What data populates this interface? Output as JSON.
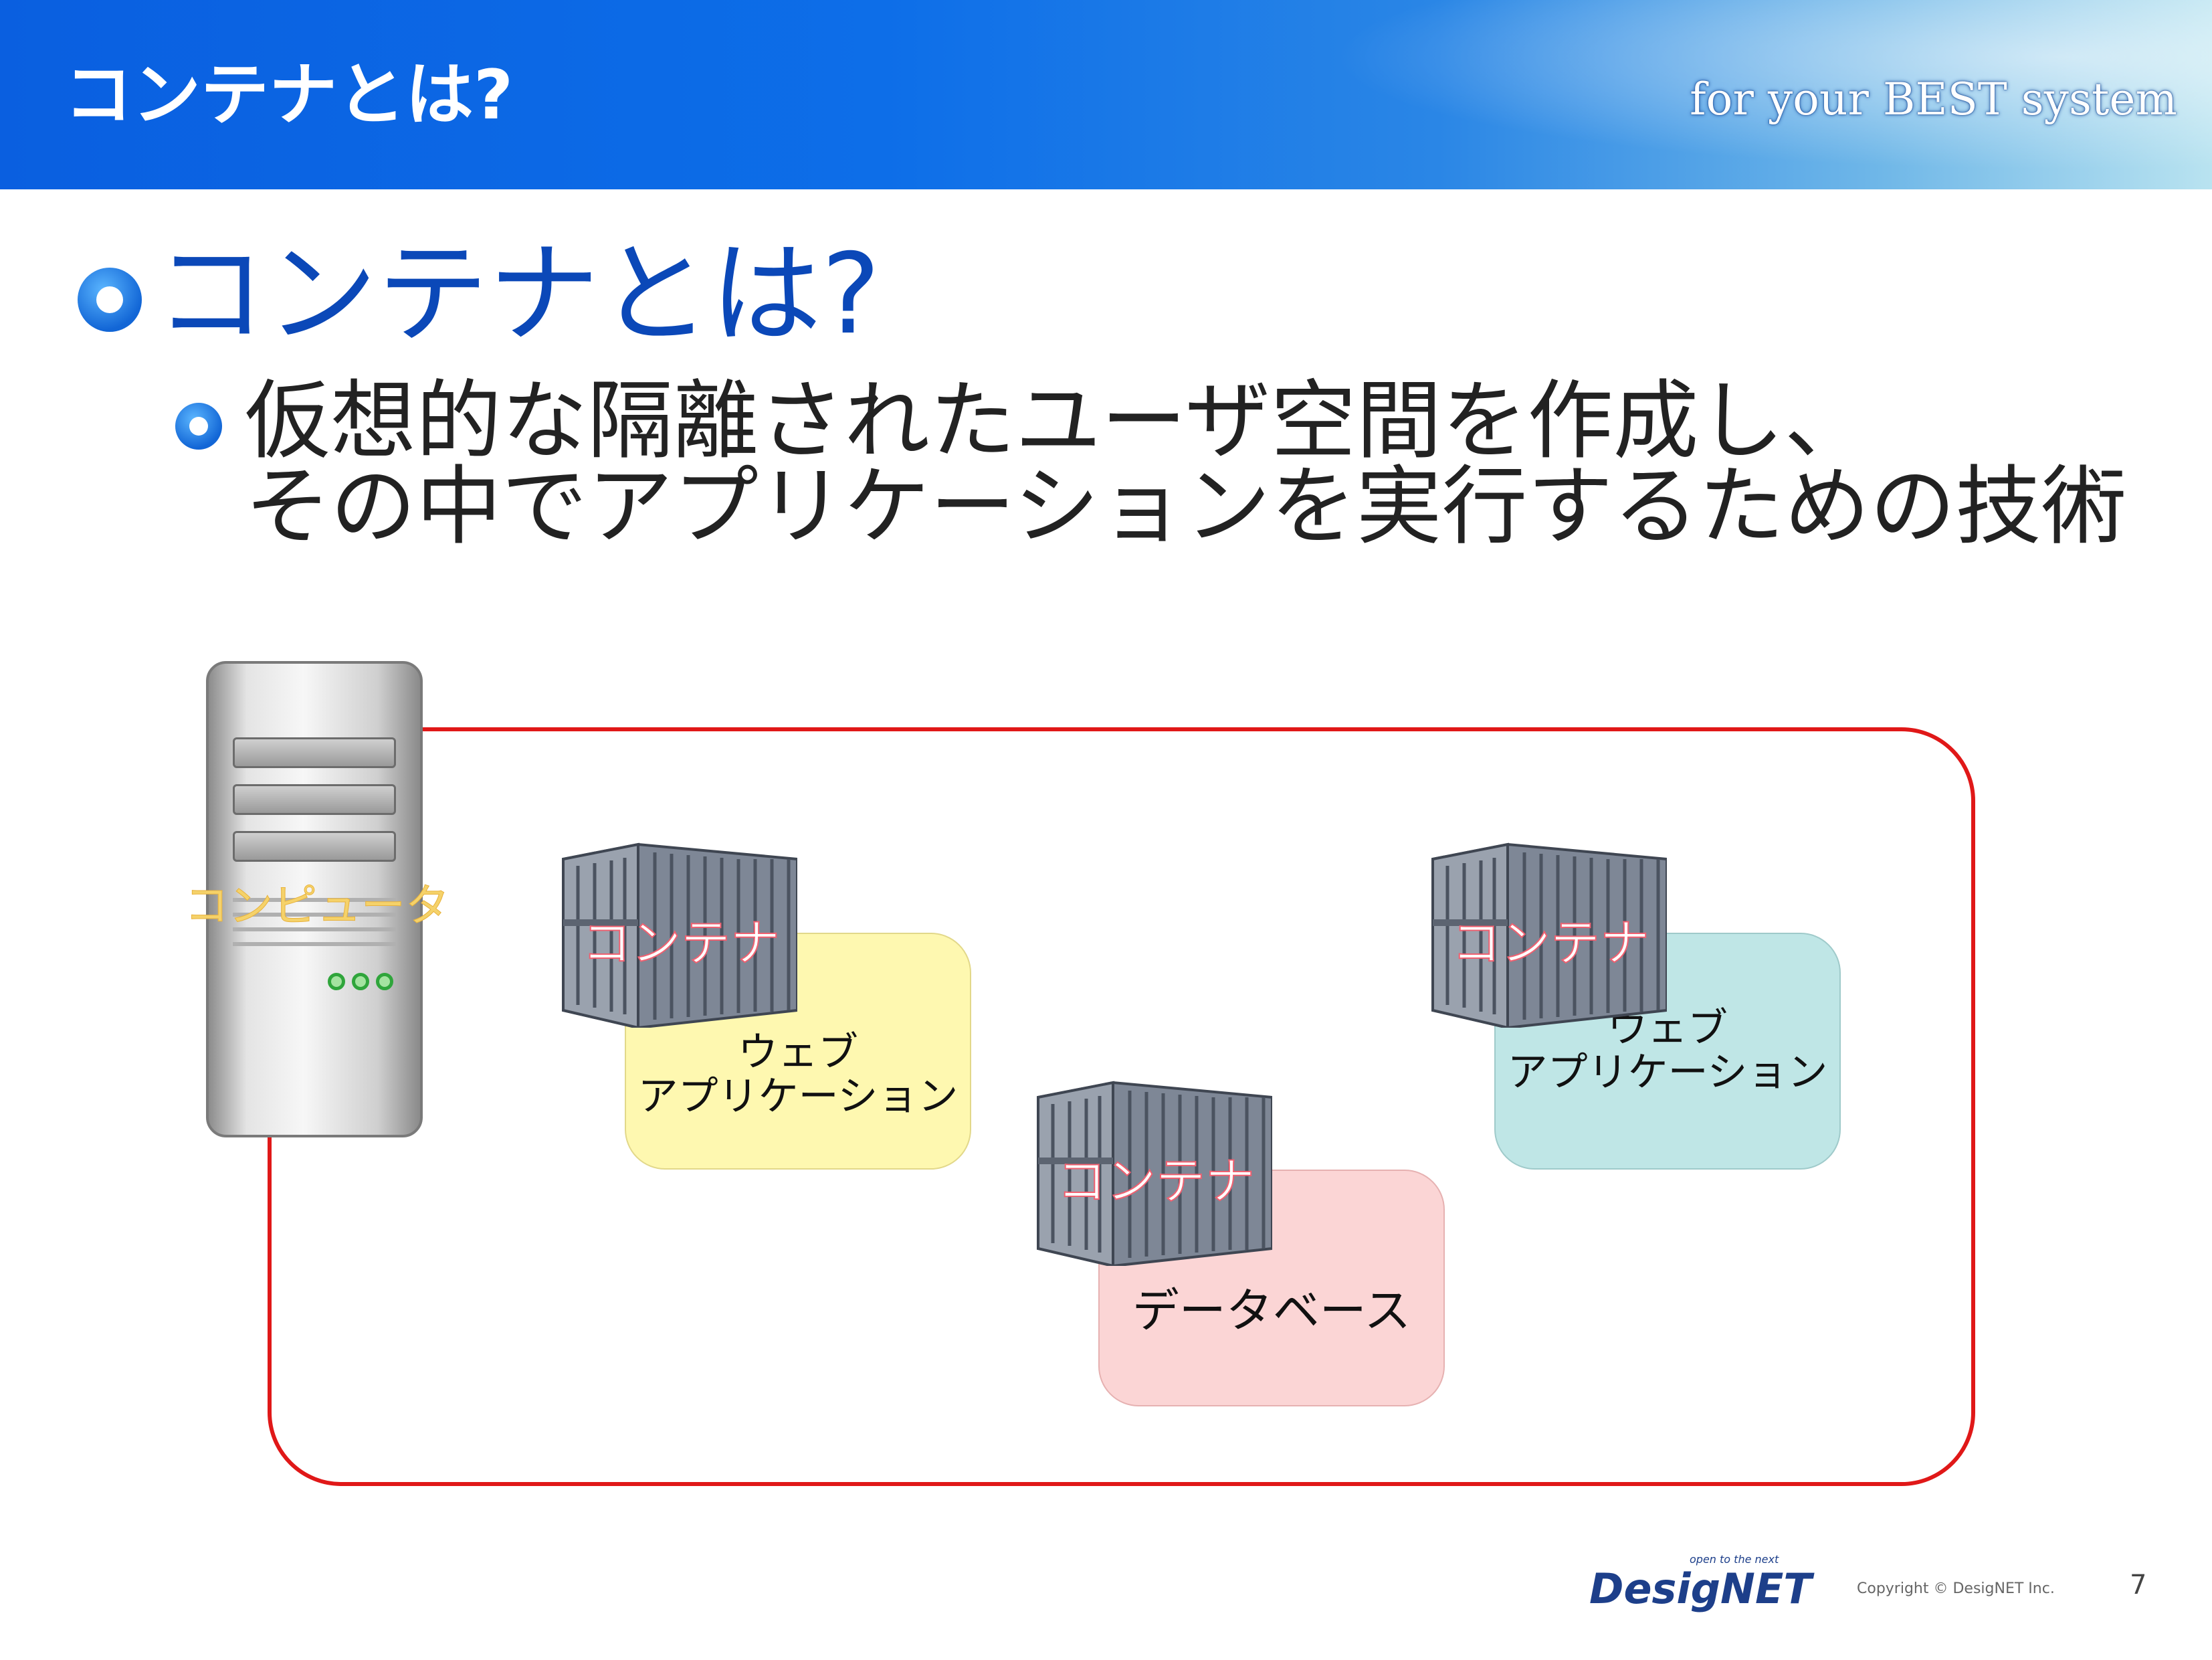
{
  "header": {
    "title": "コンテナとは?",
    "tagline": "for your BEST system"
  },
  "heading": "コンテナとは?",
  "body_lines": [
    "仮想的な隔離されたユーザ空間を作成し、",
    "その中でアプリケーションを実行するための技術"
  ],
  "diagram": {
    "server_label": "コンピュータ",
    "container_label": "コンテナ",
    "apps": [
      {
        "lines": [
          "ウェブ",
          "アプリケーション"
        ],
        "color": "#fef8b0"
      },
      {
        "lines": [
          "データベース"
        ],
        "color": "#fbd5d5"
      },
      {
        "lines": [
          "ウェブ",
          "アプリケーション"
        ],
        "color": "#bfe6e6"
      }
    ],
    "frame_color": "#e01818"
  },
  "footer": {
    "logo_tagline": "open to the next",
    "logo_text": "DesigNET",
    "copyright": "Copyright © DesigNET Inc.",
    "page_number": "7"
  }
}
